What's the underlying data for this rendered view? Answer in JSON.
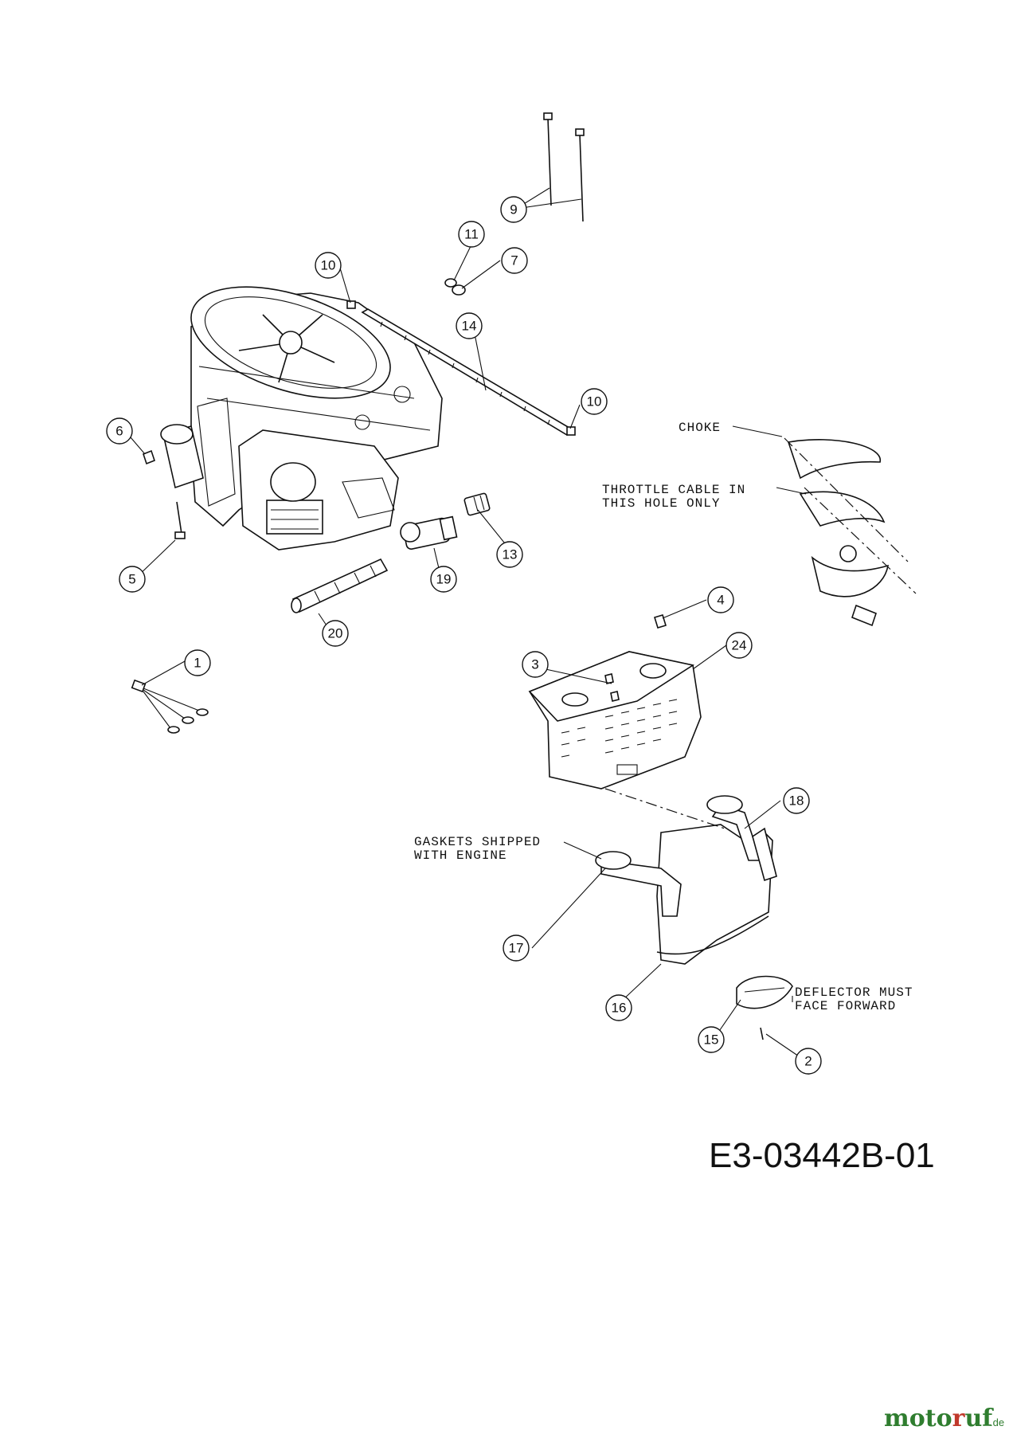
{
  "diagram": {
    "drawing_code": "E3-03442B-01",
    "brand": {
      "name_a": "moto",
      "name_b": "r",
      "name_c": "uf",
      "suffix": ".de"
    },
    "callouts": {
      "c1": "1",
      "c2": "2",
      "c3": "3",
      "c4": "4",
      "c5": "5",
      "c6": "6",
      "c7": "7",
      "c9": "9",
      "c10a": "10",
      "c10b": "10",
      "c11": "11",
      "c13": "13",
      "c14": "14",
      "c15": "15",
      "c16": "16",
      "c17": "17",
      "c18": "18",
      "c19": "19",
      "c20": "20",
      "c24": "24"
    },
    "notes": {
      "choke": "CHOKE",
      "throttle_1": "THROTTLE CABLE IN",
      "throttle_2": "THIS HOLE ONLY",
      "gaskets_1": "GASKETS SHIPPED",
      "gaskets_2": "WITH ENGINE",
      "deflector_1": "DEFLECTOR MUST",
      "deflector_2": "FACE FORWARD"
    }
  }
}
